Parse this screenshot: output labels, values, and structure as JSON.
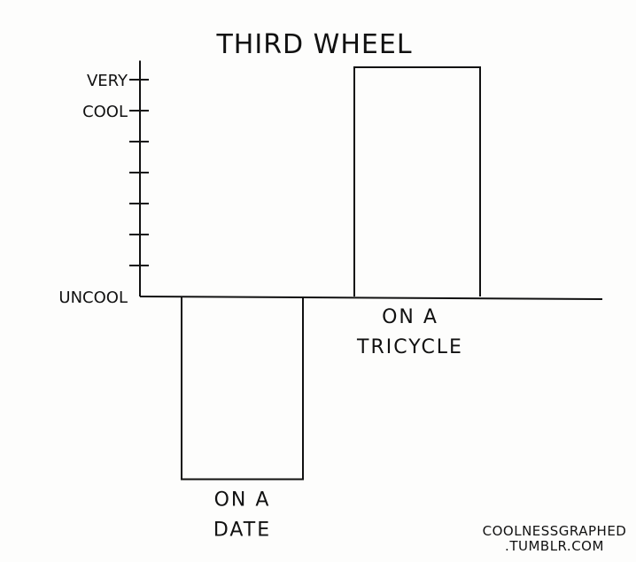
{
  "chart_data": {
    "type": "bar",
    "title": "THIRD WHEEL",
    "categories": [
      "ON A DATE",
      "ON A TRICYCLE"
    ],
    "category_lines": [
      [
        "ON A",
        "DATE"
      ],
      [
        "ON A",
        "TRICYCLE"
      ]
    ],
    "values": [
      -5.9,
      7.4
    ],
    "xlabel": "",
    "ylabel": "",
    "ylim": [
      -6,
      7.5
    ],
    "y_ticks": [
      1,
      2,
      3,
      4,
      5,
      6,
      7
    ],
    "y_tick_labels": [
      {
        "value": 7,
        "text": "VERY"
      },
      {
        "value": 6,
        "text": "COOL"
      },
      {
        "value": 0,
        "text": "UNCOOL"
      }
    ],
    "grid": false,
    "colors": {
      "ink": "#111111",
      "paper": "#fdfdfc"
    }
  },
  "credit": {
    "line1": "COOLNESSGRAPHED",
    "line2": ".TUMBLR.COM"
  }
}
